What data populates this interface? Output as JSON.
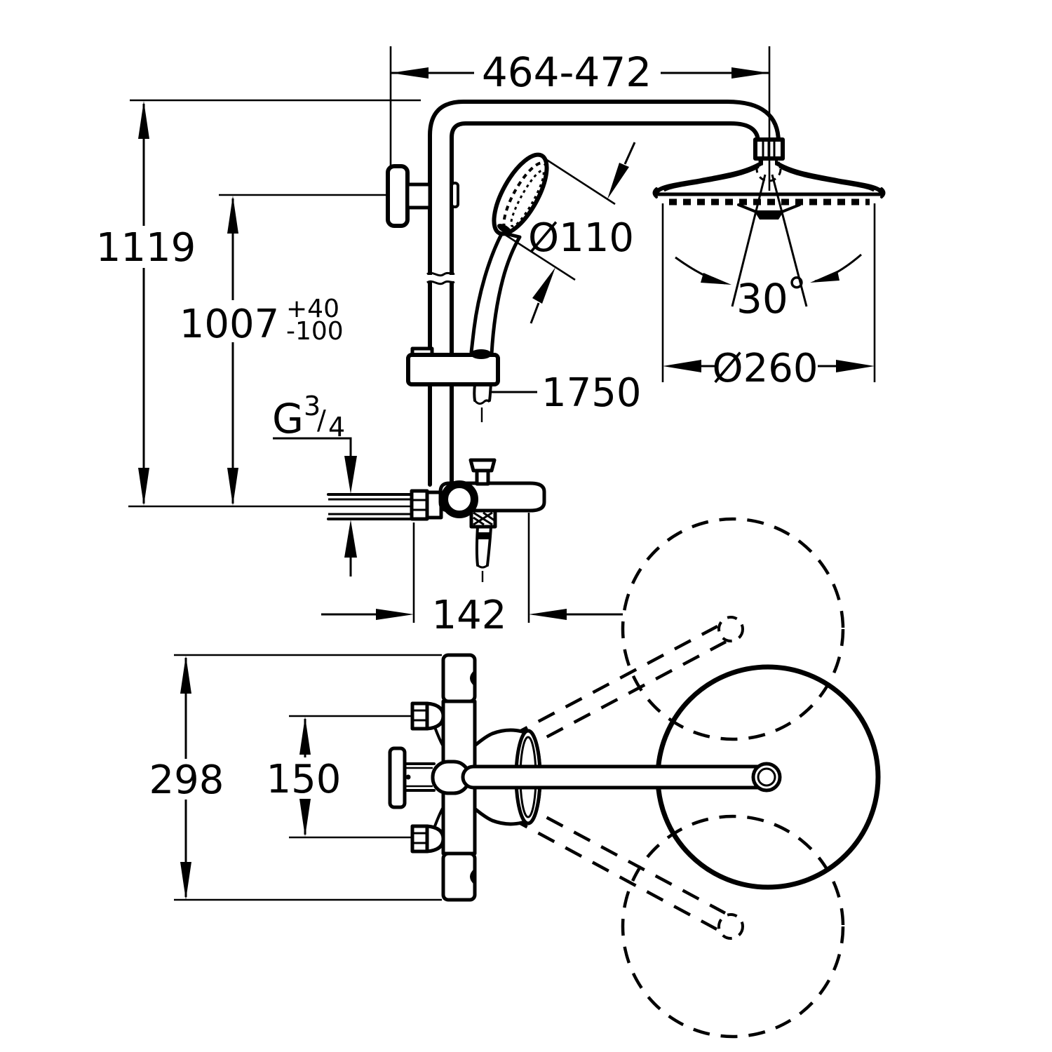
{
  "drawing": {
    "title": "shower-system-dimension-drawing",
    "background": "#ffffff",
    "line_color": "#000000",
    "dims": {
      "arm_reach": "464-472",
      "height_total": "1119",
      "height_bracket": "1007",
      "tol_plus": "+40",
      "tol_minus": "-100",
      "hand_shower_dia": "Ø110",
      "spray_angle": "30",
      "degree_sign": "°",
      "head_shower_dia": "Ø260",
      "hose_length": "1750",
      "thread_letter": "G",
      "thread_numerator": "3",
      "thread_slash": "/",
      "thread_denominator": "4",
      "outlet_offset": "142",
      "body_length": "298",
      "connection_distance": "150"
    }
  }
}
